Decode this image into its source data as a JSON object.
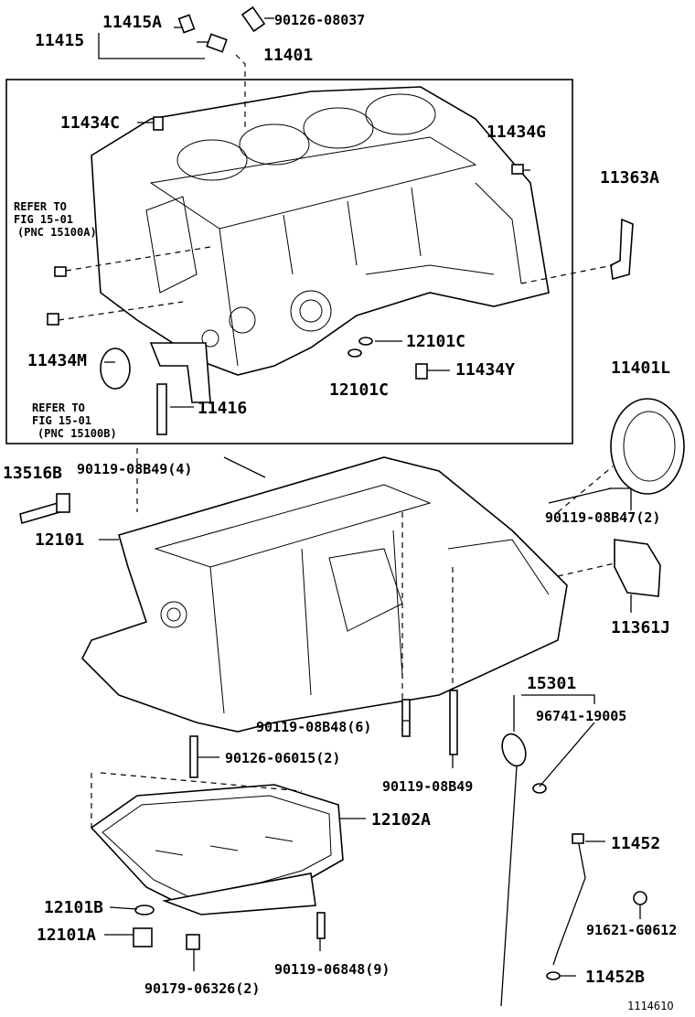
{
  "labels": {
    "p11415A": "11415A",
    "p11415": "11415",
    "p90126_08037": "90126-08037",
    "p11401": "11401",
    "p11434C": "11434C",
    "p11434G": "11434G",
    "p11363A": "11363A",
    "refer1_a": "REFER TO",
    "refer1_b": "FIG 15-01",
    "refer1_c": "(PNC 15100A)",
    "p11434M": "11434M",
    "refer2_a": "REFER TO",
    "refer2_b": "FIG 15-01",
    "refer2_c": "(PNC 15100B)",
    "p11416": "11416",
    "p12101C_a": "12101C",
    "p12101C_b": "12101C",
    "p11434Y": "11434Y",
    "p11401L": "11401L",
    "p13516B": "13516B",
    "p90119_08B49_4": "90119-08B49(4)",
    "p12101": "12101",
    "p90119_08B47_2": "90119-08B47(2)",
    "p11361J": "11361J",
    "p15301": "15301",
    "p96741_19005": "96741-19005",
    "p90119_08B48_6": "90119-08B48(6)",
    "p90126_06015_2": "90126-06015(2)",
    "p90119_08B49": "90119-08B49",
    "p12102A": "12102A",
    "p11452": "11452",
    "p12101B": "12101B",
    "p12101A": "12101A",
    "p91621_G0612": "91621-G0612",
    "p90119_06848_9": "90119-06848(9)",
    "p11452B": "11452B",
    "p90179_06326_2": "90179-06326(2)",
    "figure_id": "111461O"
  }
}
